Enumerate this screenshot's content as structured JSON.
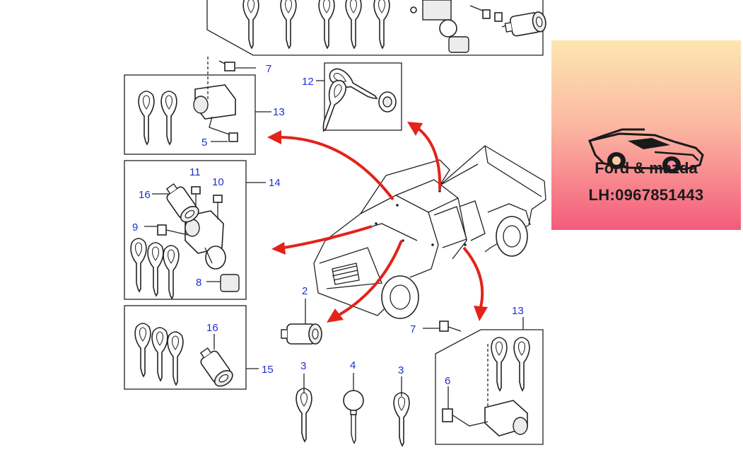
{
  "banner": {
    "brand": "Ford & mazda",
    "contact": "LH:0967851443",
    "logo_icon": "sports-car-silhouette-icon"
  },
  "colors": {
    "arrow": "#e2231a",
    "callout": "#1f2fd1",
    "banner_top": "#fde6b0",
    "banner_bottom": "#f45b7b"
  },
  "callouts": {
    "c7_top": "7",
    "c12": "12",
    "c13_top": "13",
    "c5": "5",
    "c11": "11",
    "c10": "10",
    "c16_a": "16",
    "c14": "14",
    "c9": "9",
    "c8": "8",
    "c2": "2",
    "c16_b": "16",
    "c15": "15",
    "c3_a": "3",
    "c4": "4",
    "c3_b": "3",
    "c7_bottom": "7",
    "c13_bottom": "13",
    "c6": "6"
  }
}
